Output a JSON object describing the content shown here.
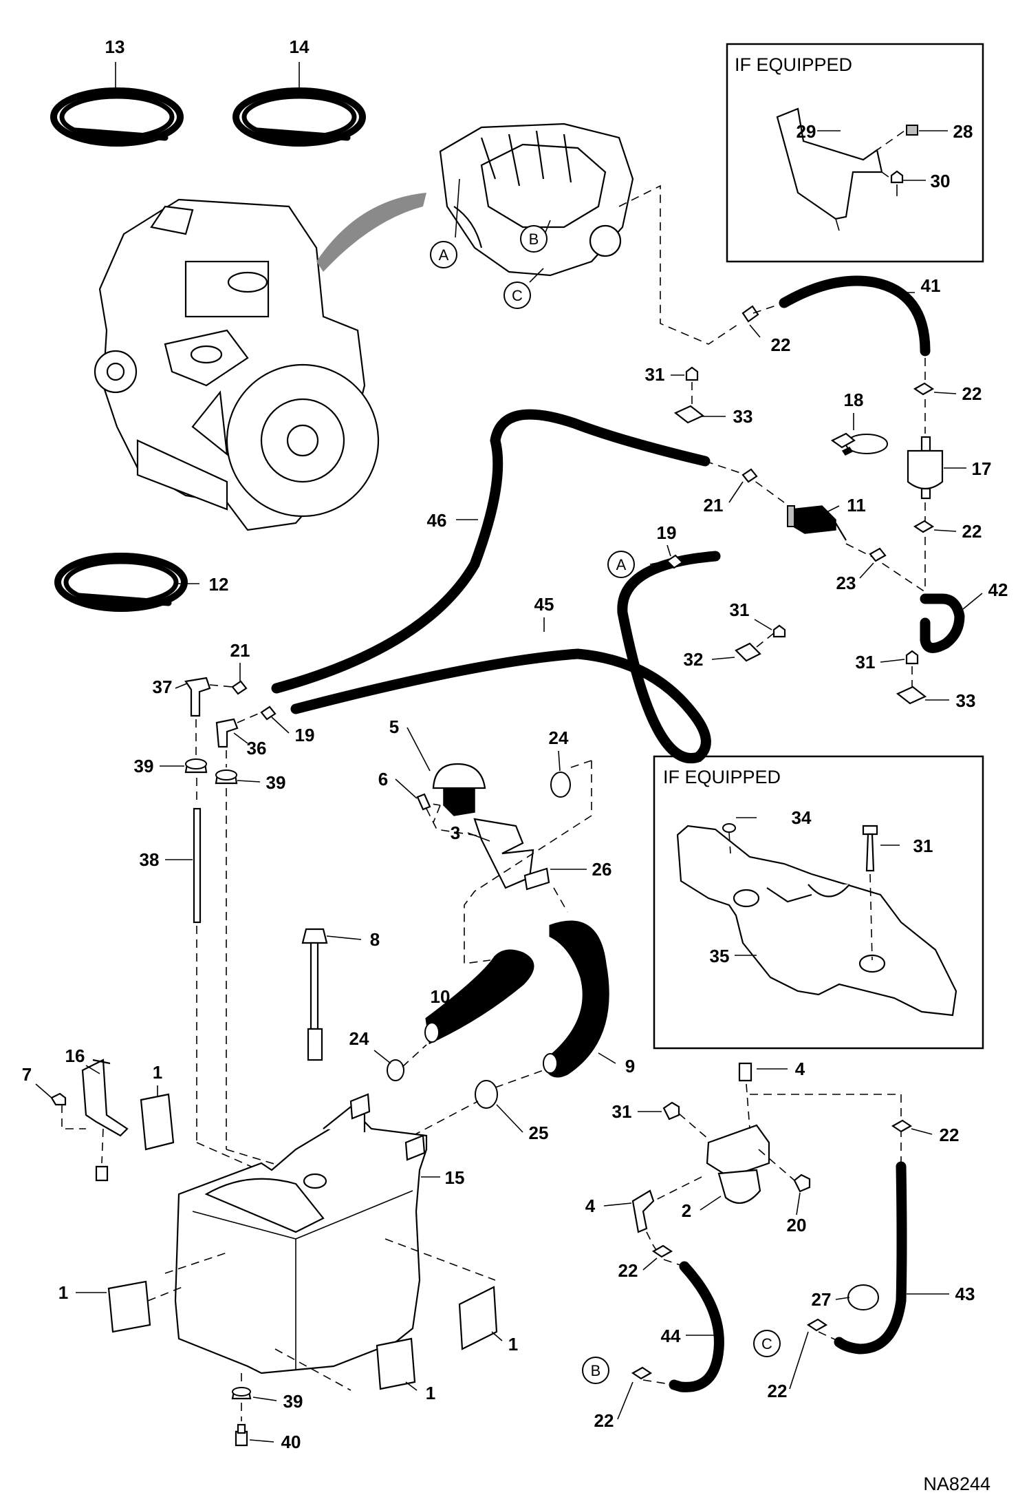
{
  "drawing_code": "NA8244",
  "boxes": [
    {
      "title": "IF EQUIPPED"
    },
    {
      "title": "IF EQUIPPED"
    }
  ],
  "reference_circles": [
    "A",
    "B",
    "C",
    "A",
    "B",
    "C"
  ],
  "callouts": [
    "13",
    "14",
    "12",
    "29",
    "28",
    "30",
    "41",
    "22",
    "31",
    "33",
    "22",
    "18",
    "17",
    "46",
    "21",
    "11",
    "22",
    "19",
    "23",
    "42",
    "45",
    "31",
    "32",
    "31",
    "33",
    "21",
    "37",
    "19",
    "36",
    "39",
    "39",
    "5",
    "24",
    "6",
    "3",
    "38",
    "26",
    "8",
    "10",
    "24",
    "9",
    "16",
    "1",
    "7",
    "25",
    "15",
    "34",
    "31",
    "35",
    "4",
    "31",
    "22",
    "2",
    "20",
    "4",
    "22",
    "27",
    "43",
    "44",
    "1",
    "1",
    "1",
    "39",
    "40",
    "B",
    "22",
    "C",
    "22"
  ]
}
